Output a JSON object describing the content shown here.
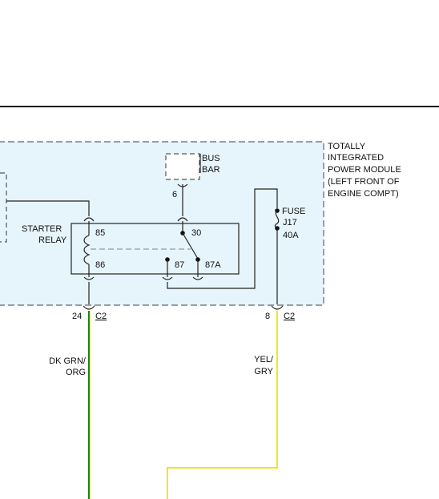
{
  "module": {
    "title_lines": [
      "TOTALLY",
      "INTEGRATED",
      "POWER MODULE",
      "(LEFT FRONT OF",
      "ENGINE COMPT)"
    ],
    "fill_color": "#e6f4fb",
    "border_color": "#666666"
  },
  "bus_bar": {
    "lines": [
      "BUS",
      "BAR"
    ],
    "pin": "6"
  },
  "relay": {
    "label_lines": [
      "STARTER",
      "RELAY"
    ],
    "pins": {
      "coil_top": "85",
      "coil_bottom": "86",
      "common": "30",
      "no": "87",
      "nc": "87A"
    }
  },
  "fuse": {
    "lines": [
      "FUSE",
      "J17",
      "40A"
    ]
  },
  "connectors": [
    {
      "pin": "24",
      "name": "C2"
    },
    {
      "pin": "8",
      "name": "C2"
    }
  ],
  "wires": [
    {
      "label_lines": [
        "DK GRN/",
        "ORG"
      ],
      "colors": [
        "#1e7a1e",
        "#d9e21c"
      ]
    },
    {
      "label_lines": [
        "YEL/",
        "GRY"
      ],
      "colors": [
        "#f0e61a",
        "#9a9a9a"
      ]
    }
  ],
  "line_color": "#222222"
}
